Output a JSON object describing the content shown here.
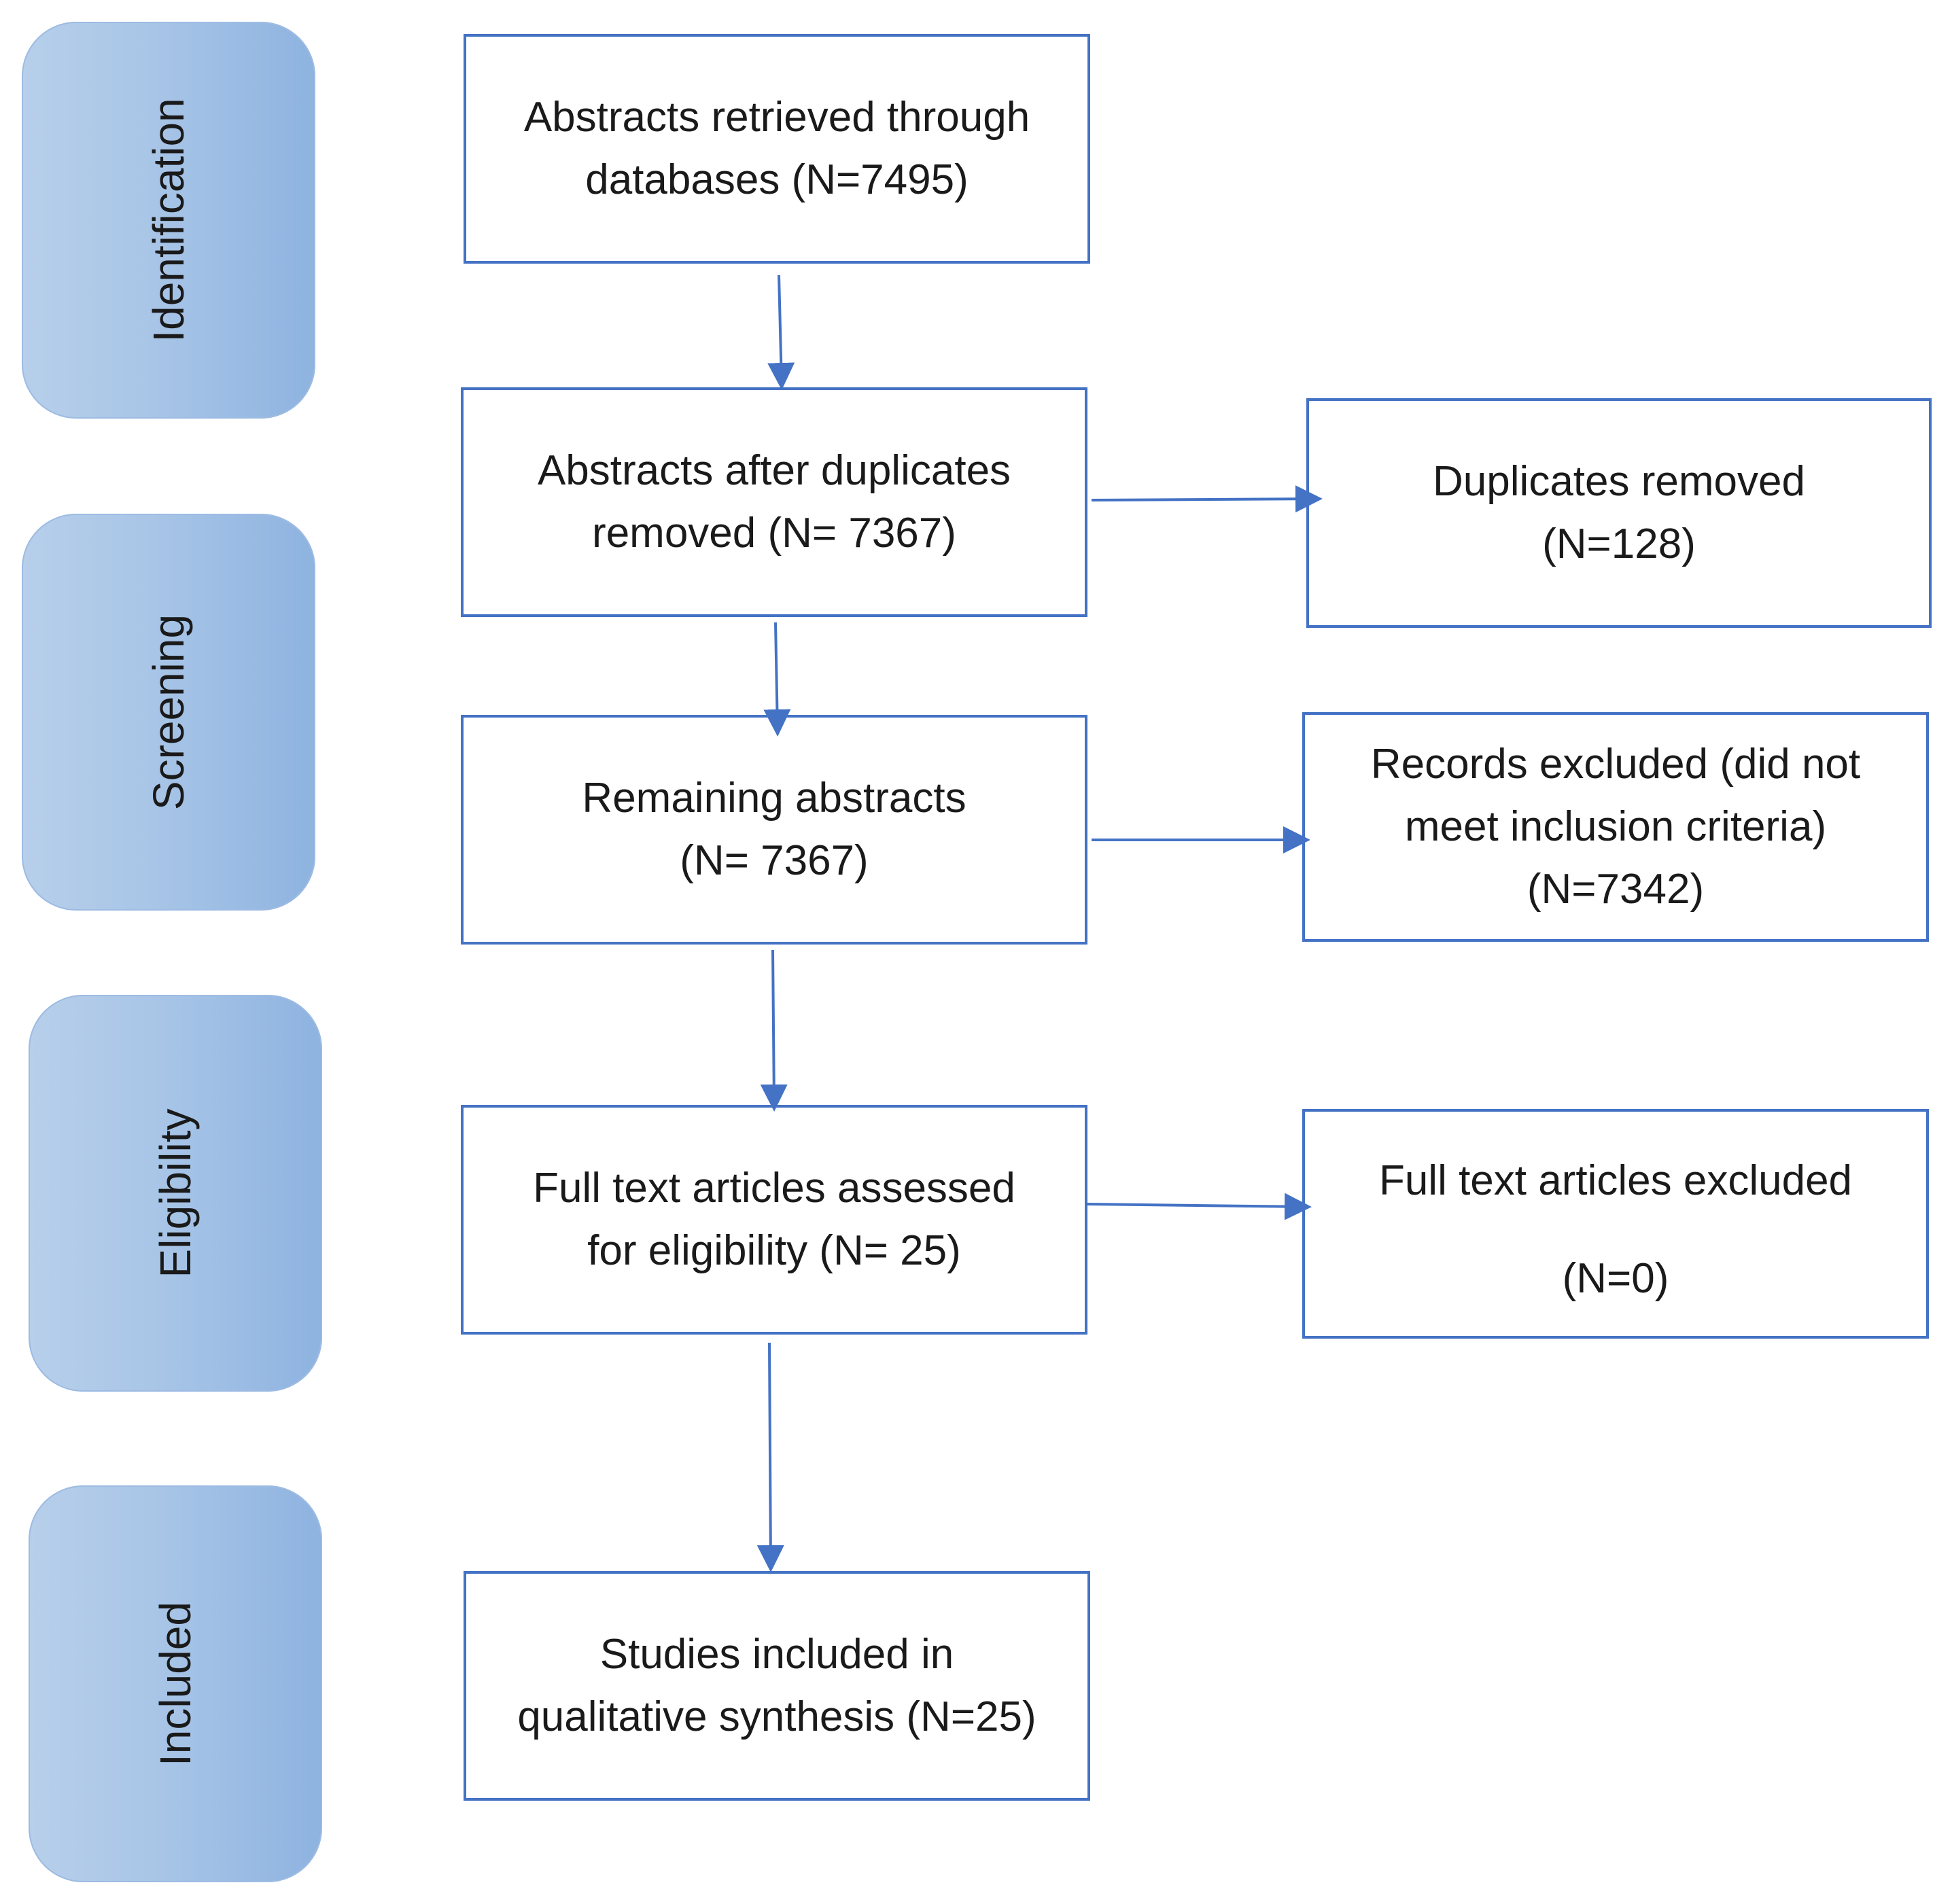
{
  "stages": {
    "identification": "Identification",
    "screening": "Screening",
    "eligibility": "Eligibility",
    "included": "Included"
  },
  "boxes": {
    "abstracts_retrieved": "Abstracts retrieved through\ndatabases (N=7495)",
    "after_duplicates": "Abstracts after duplicates\nremoved (N= 7367)",
    "duplicates_removed": "Duplicates removed\n(N=128)",
    "remaining_abstracts": "Remaining abstracts\n(N= 7367)",
    "records_excluded": "Records excluded (did not\nmeet inclusion criteria)\n(N=7342)",
    "full_text_assessed": "Full text articles assessed\nfor eligibility (N= 25)",
    "full_text_excluded": "Full text articles excluded\n(N=0)",
    "studies_included": "Studies included in\nqualitative synthesis (N=25)"
  },
  "colors": {
    "box_border": "#4472c4",
    "arrow": "#4472c4",
    "stage_fill": "#a8c5e7"
  }
}
